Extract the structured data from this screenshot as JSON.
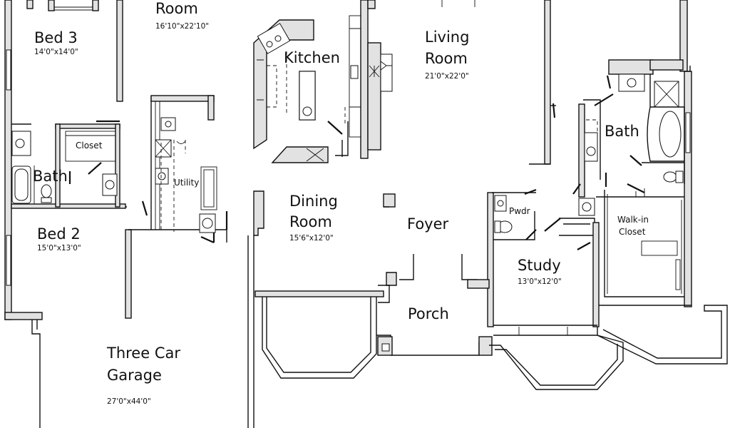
{
  "rooms": {
    "great_room": {
      "name": "Room",
      "dim": "16'10\"x22'10\""
    },
    "bed3": {
      "name": "Bed 3",
      "dim": "14'0\"x14'0\""
    },
    "kitchen": {
      "name": "Kitchen"
    },
    "living": {
      "name1": "Living",
      "name2": "Room",
      "dim": "21'0\"x22'0\""
    },
    "closet": {
      "name": "Closet"
    },
    "bath_left": {
      "name": "Bath"
    },
    "utility": {
      "name": "Utility"
    },
    "bath_right": {
      "name": "Bath"
    },
    "bed2": {
      "name": "Bed 2",
      "dim": "15'0\"x13'0\""
    },
    "dining": {
      "name1": "Dining",
      "name2": "Room",
      "dim": "15'6\"x12'0\""
    },
    "foyer": {
      "name": "Foyer"
    },
    "powder": {
      "name": "Pwdr"
    },
    "walkin": {
      "name1": "Walk-in",
      "name2": "Closet"
    },
    "study": {
      "name": "Study",
      "dim": "13'0\"x12'0\""
    },
    "porch": {
      "name": "Porch"
    },
    "garage": {
      "name1": "Three Car",
      "name2": "Garage",
      "dim": "27'0\"x44'0\""
    }
  }
}
